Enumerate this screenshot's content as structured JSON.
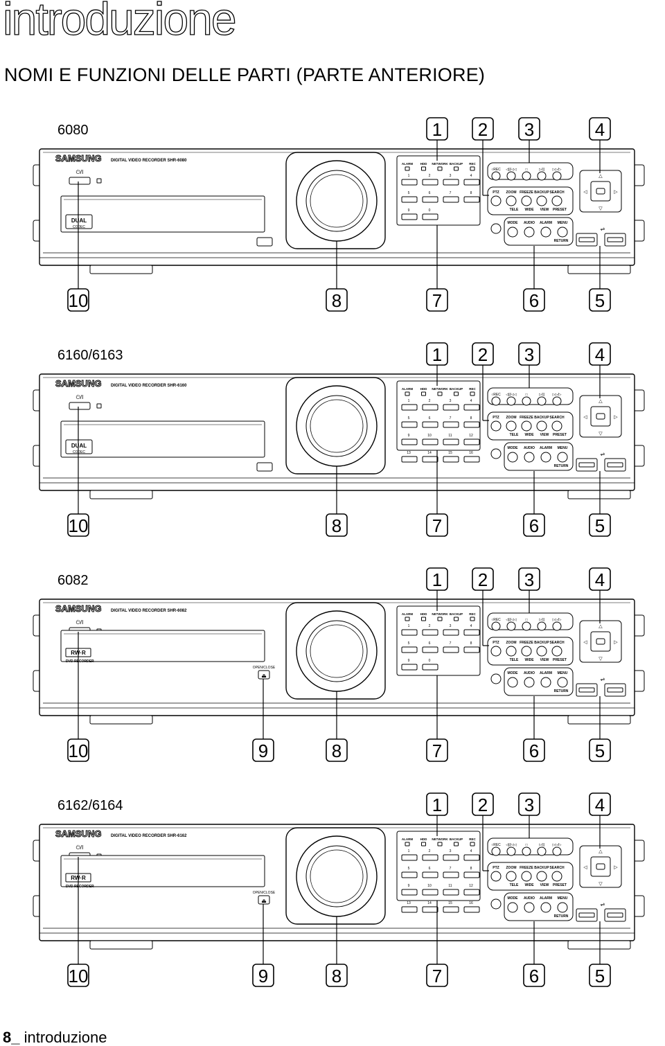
{
  "header": {
    "chapter": "introduzione",
    "title": "NOMI E FUNZIONI DELLE PARTI (PARTE ANTERIORE)"
  },
  "footer": {
    "page_number": "8_",
    "chapter": "introduzione"
  },
  "common": {
    "brand": "SAMSUNG",
    "power_label": "⏻/I",
    "status_labels": [
      "ALARM",
      "HDD",
      "NETWORK",
      "BACKUP",
      "REC"
    ],
    "rec_row": [
      "○REC",
      "◁||/◁◁",
      "□",
      "▷/||",
      "▷▷/▷"
    ],
    "ptz_row": [
      "PTZ",
      "ZOOM",
      "FREEZE",
      "BACKUP",
      "SEARCH"
    ],
    "ptz_sub": [
      "TELE",
      "WIDE",
      "VIEW",
      "PRESET"
    ],
    "mode_row": [
      "MODE",
      "AUDIO",
      "ALARM",
      "MENU"
    ],
    "return_label": "RETURN",
    "open_close_label": "OPEN/CLOSE",
    "dvd_recorder_label": "DVD RECORDER",
    "dual_codec_label": "DUAL CODEC",
    "rw_label": "RW·R"
  },
  "panels": [
    {
      "model": "6080",
      "device_label": "DIGITAL VIDEO RECORDER SHR-6080",
      "variant": "dual",
      "keys": [
        [
          "1",
          "2",
          "3",
          "4"
        ],
        [
          "5",
          "6",
          "7",
          "8"
        ],
        [
          "9",
          "0"
        ]
      ],
      "callouts_top": [
        "1",
        "2",
        "3",
        "4"
      ],
      "callouts_bottom": [
        "10",
        "8",
        "7",
        "6",
        "5"
      ]
    },
    {
      "model": "6160/6163",
      "device_label": "DIGITAL VIDEO RECORDER SHR-6160",
      "variant": "dual",
      "keys": [
        [
          "1",
          "2",
          "3",
          "4"
        ],
        [
          "5",
          "6",
          "7",
          "8"
        ],
        [
          "9",
          "10",
          "11",
          "12"
        ],
        [
          "13",
          "14",
          "15",
          "16"
        ]
      ],
      "callouts_top": [
        "1",
        "2",
        "3",
        "4"
      ],
      "callouts_bottom": [
        "10",
        "8",
        "7",
        "6",
        "5"
      ]
    },
    {
      "model": "6082",
      "device_label": "DIGITAL VIDEO RECORDER SHR-6082",
      "variant": "dvd",
      "keys": [
        [
          "1",
          "2",
          "3",
          "4"
        ],
        [
          "5",
          "6",
          "7",
          "8"
        ],
        [
          "9",
          "0"
        ]
      ],
      "callouts_top": [
        "1",
        "2",
        "3",
        "4"
      ],
      "callouts_bottom": [
        "10",
        "9",
        "8",
        "7",
        "6",
        "5"
      ]
    },
    {
      "model": "6162/6164",
      "device_label": "DIGITAL VIDEO RECORDER SHR-6162",
      "variant": "dvd",
      "keys": [
        [
          "1",
          "2",
          "3",
          "4"
        ],
        [
          "5",
          "6",
          "7",
          "8"
        ],
        [
          "9",
          "10",
          "11",
          "12"
        ],
        [
          "13",
          "14",
          "15",
          "16"
        ]
      ],
      "callouts_top": [
        "1",
        "2",
        "3",
        "4"
      ],
      "callouts_bottom": [
        "10",
        "9",
        "8",
        "7",
        "6",
        "5"
      ]
    }
  ]
}
